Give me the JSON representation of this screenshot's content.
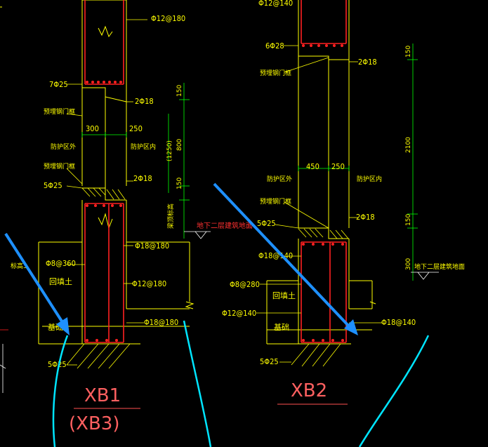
{
  "colors": {
    "background": "#000000",
    "annotation": "#ffff00",
    "dimension": "#00ff00",
    "rebar": "#ff2020",
    "title": "#ff5050",
    "wall": "#ffff00",
    "markup_arrow": "#1e90ff",
    "markup_curve": "#00e5ff"
  },
  "left": {
    "top_label": "Φ12@180",
    "rebar_top": "7Φ25",
    "right_top": "2Φ18",
    "embedded_plate_1": "预埋钢门框",
    "dim_300": "300",
    "dim_250": "250",
    "protect_out": "防护区外",
    "protect_in": "防护区内",
    "embedded_plate_2": "预埋钢门框",
    "right_mid": "2Φ18",
    "rebar_mid": "5Φ25",
    "floor_label": "地下二层建筑地面",
    "bar_180": "Φ18@180",
    "stirrup_360": "Φ8@360",
    "elev_label": "标高3",
    "backfill": "回填土",
    "bar_12_180": "Φ12@180",
    "bar_18_180": "Φ18@180",
    "foundation": "基础",
    "rebar_bottom": "5Φ25",
    "dim_150a": "150",
    "dim_800": "800",
    "dim_1250": "(1250)",
    "dim_150b": "150",
    "side_note": "梁顶标高",
    "title": "XB1",
    "subtitle": "(XB3)"
  },
  "right": {
    "top_label": "Φ12@140",
    "rebar_top": "6Φ28",
    "right_top": "2Φ18",
    "embedded_plate_1": "预埋钢门框",
    "protect_out": "防护区外",
    "protect_in": "防护区内",
    "dim_450": "450",
    "dim_250": "250",
    "embedded_plate_2": "预埋钢门框",
    "right_mid": "2Φ18",
    "rebar_mid": "5Φ25",
    "bar_140": "Φ18@140",
    "floor_label": "地下二层建筑地面",
    "stirrup_280": "Φ8@280",
    "backfill": "回填土",
    "bar_12_140": "Φ12@140",
    "bar_18_140": "Φ18@140",
    "foundation": "基础",
    "rebar_bottom": "5Φ25",
    "dim_150a": "150",
    "dim_2100": "2100",
    "dim_150b": "150",
    "dim_300": "300",
    "title": "XB2"
  }
}
